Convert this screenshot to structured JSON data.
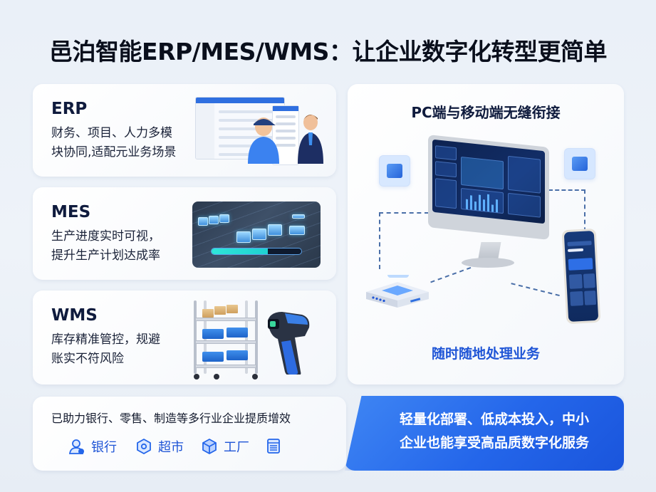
{
  "title": "邑泊智能ERP/MES/WMS：让企业数字化转型更简单",
  "modules": [
    {
      "name": "ERP",
      "desc_line1": "财务、项目、人力多模",
      "desc_line2": "块协同,适配元业务场景",
      "illustration": "erp-dashboard-with-people"
    },
    {
      "name": "MES",
      "desc_line1": "生产进度实时可视，",
      "desc_line2": "提升生产计划达成率",
      "illustration": "factory-conveyor-progress-bar",
      "progress_percent": 63
    },
    {
      "name": "WMS",
      "desc_line1": "库存精准管控，规避",
      "desc_line2": "账实不符风险",
      "illustration": "warehouse-shelf-and-barcode-scanner"
    }
  ],
  "right_panel": {
    "heading": "PC端与移动端无缝衔接",
    "footer": "随时随地处理业务",
    "illustration": "monitor-phone-router-connected"
  },
  "bottom_left": {
    "text": "已助力银行、零售、制造等多行业企业提质增效",
    "industries": [
      {
        "label": "银行",
        "icon": "user-icon"
      },
      {
        "label": "超市",
        "icon": "hexagon-icon"
      },
      {
        "label": "工厂",
        "icon": "cube-icon"
      },
      {
        "label": "",
        "icon": "document-icon"
      }
    ]
  },
  "bottom_right": {
    "line1": "轻量化部署、低成本投入，中小",
    "line2": "企业也能享受高品质数字化服务"
  },
  "colors": {
    "accent": "#2466ea",
    "accent_text": "#1f55d6",
    "title": "#0a0f1c",
    "background": "#eaf0f8"
  }
}
